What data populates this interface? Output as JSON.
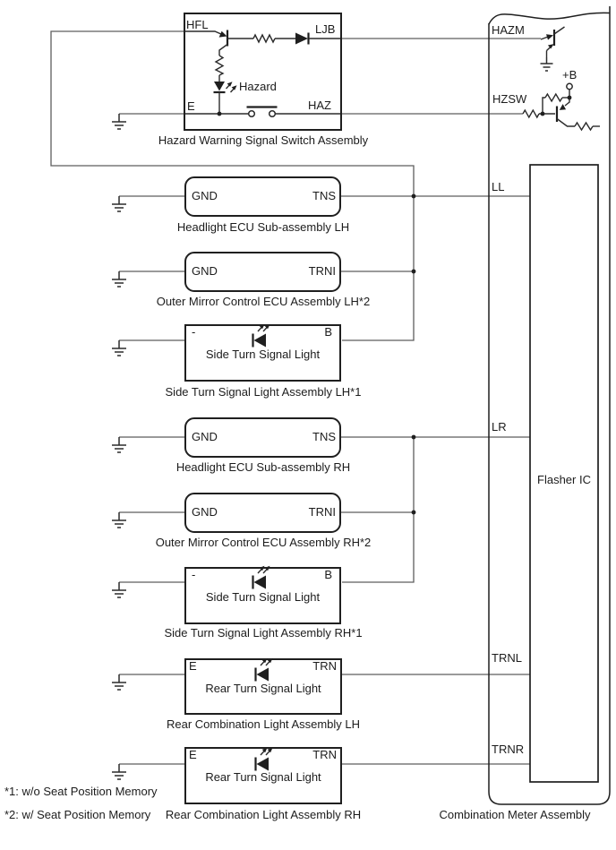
{
  "hazard_switch": {
    "pin_hfl": "HFL",
    "pin_ljb": "LJB",
    "pin_e": "E",
    "pin_haz": "HAZ",
    "led_label": "Hazard",
    "caption": "Hazard Warning Signal Switch Assembly"
  },
  "blocks": [
    {
      "left_pin": "GND",
      "right_pin": "TNS",
      "caption": "Headlight ECU Sub-assembly LH"
    },
    {
      "left_pin": "GND",
      "right_pin": "TRNI",
      "caption": "Outer Mirror Control ECU Assembly LH*2"
    },
    {
      "left_pin": "-",
      "right_pin": "B",
      "inner_label": "Side Turn Signal Light",
      "caption": "Side Turn Signal Light Assembly LH*1"
    },
    {
      "left_pin": "GND",
      "right_pin": "TNS",
      "caption": "Headlight ECU Sub-assembly RH"
    },
    {
      "left_pin": "GND",
      "right_pin": "TRNI",
      "caption": "Outer Mirror Control ECU Assembly RH*2"
    },
    {
      "left_pin": "-",
      "right_pin": "B",
      "inner_label": "Side Turn Signal Light",
      "caption": "Side Turn Signal Light Assembly RH*1"
    },
    {
      "left_pin": "E",
      "right_pin": "TRN",
      "inner_label": "Rear Turn Signal Light",
      "caption": "Rear Combination Light Assembly LH"
    },
    {
      "left_pin": "E",
      "right_pin": "TRN",
      "inner_label": "Rear Turn Signal Light",
      "caption": "Rear Combination Light Assembly RH"
    }
  ],
  "combination_meter": {
    "caption": "Combination Meter Assembly",
    "flasher_ic_label": "Flasher IC",
    "pin_hazm": "HAZM",
    "pin_hzsw": "HZSW",
    "plus_b": "+B",
    "pin_ll": "LL",
    "pin_lr": "LR",
    "pin_trnl": "TRNL",
    "pin_trnr": "TRNR"
  },
  "footnotes": [
    "*1: w/o Seat Position Memory",
    "*2: w/ Seat Position Memory"
  ],
  "colors": {
    "ink": "#1f1f1f",
    "wire": "#5e5e5e",
    "background": "#ffffff"
  }
}
